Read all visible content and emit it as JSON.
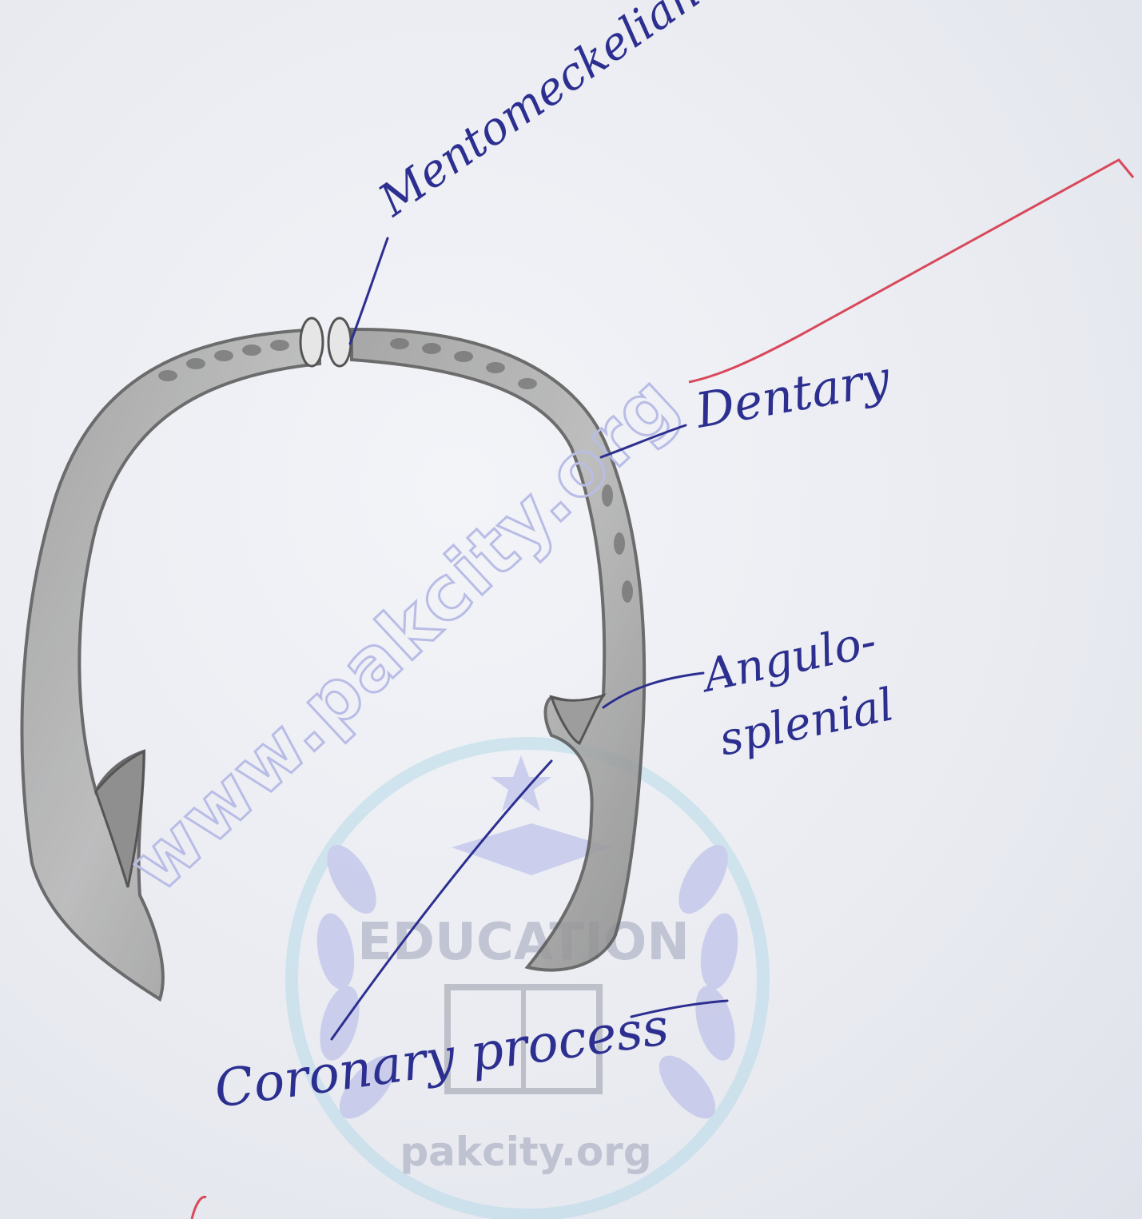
{
  "labels": {
    "mentomeckelian": "Mentomeckelian",
    "dentary": "Dentary",
    "angulo_line1": "Angulo-",
    "angulo_line2": "splenial",
    "coronary": "Coronary process"
  },
  "watermarks": {
    "diagonal": "www.pakcity.org",
    "seal_word": "EDUCATION",
    "seal_site": "pakcity.org"
  },
  "colors": {
    "ink": "#2c2f8f",
    "pencil": "#6b6b6b",
    "red_margin": "#d8485a",
    "watermark": "#b9bde6"
  }
}
